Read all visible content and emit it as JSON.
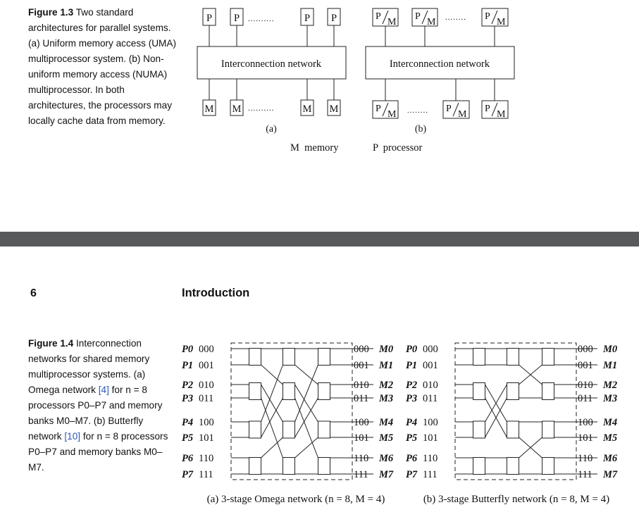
{
  "figure13": {
    "label": "Figure 1.3",
    "text": "Two standard architectures for parallel systems. (a) Uniform memory access (UMA) multiprocessor system. (b) Non-uniform memory access (NUMA) multiprocessor. In both architectures, the processors may locally cache data from memory.",
    "a": {
      "network": "Interconnection network",
      "proc": "P",
      "mem": "M",
      "dots": "..........",
      "sublabel": "(a)"
    },
    "b": {
      "network": "Interconnection network",
      "pm_p": "P",
      "pm_m": "M",
      "dots": "........",
      "sublabel": "(b)"
    },
    "legend_m": "M  memory",
    "legend_p": "P  processor"
  },
  "page": {
    "number": "6",
    "running_head": "Introduction"
  },
  "figure14": {
    "label": "Figure 1.4",
    "text_pre": "Interconnection networks for shared memory multiprocessor systems. (a) Omega network",
    "ref_a": "[4]",
    "text_mid": "for n = 8 processors P0–P7 and memory banks M0–M7. (b) Butterfly network",
    "ref_b": "[10]",
    "text_post": "for n = 8 processors P0–P7 and memory banks M0–M7."
  },
  "networks": {
    "processors": [
      "P0",
      "P1",
      "P2",
      "P3",
      "P4",
      "P5",
      "P6",
      "P7"
    ],
    "memories": [
      "M0",
      "M1",
      "M2",
      "M3",
      "M4",
      "M5",
      "M6",
      "M7"
    ],
    "addresses": [
      "000",
      "001",
      "010",
      "011",
      "100",
      "101",
      "110",
      "111"
    ],
    "omega_caption": "(a) 3-stage Omega network (n = 8, M = 4)",
    "butterfly_caption": "(b) 3-stage Butterfly network (n = 8, M = 4)"
  }
}
